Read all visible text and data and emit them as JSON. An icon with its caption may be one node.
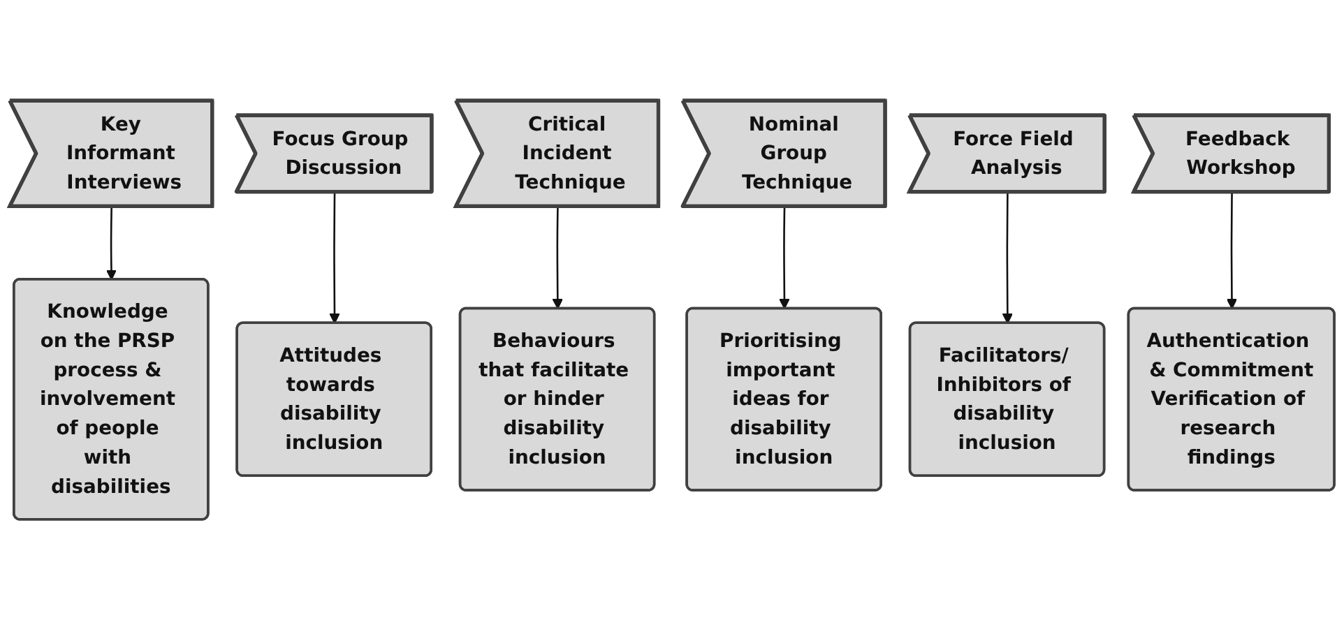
{
  "diagram": {
    "nodes": [
      {
        "text": [
          "Key Informant Interviews"
        ]
      },
      {
        "text": [
          "Focus Group Discussion"
        ]
      },
      {
        "text": [
          "Critical Incident Technique"
        ]
      },
      {
        "text": [
          "Nominal Group Technique"
        ]
      },
      {
        "text": [
          "Force Field Analysis"
        ]
      },
      {
        "text": [
          "Feedback Workshop"
        ]
      },
      {
        "text": [
          "Knowledge on the PRSP process & involvement of people with disabilities"
        ]
      },
      {
        "text": [
          "Attitudes towards disability inclusion"
        ]
      },
      {
        "text": [
          "Behaviours that facilitate or hinder disability inclusion"
        ]
      },
      {
        "text": [
          "Prioritising important ideas for disability inclusion"
        ]
      },
      {
        "text": [
          "Facilitators/ Inhibitors of disability inclusion"
        ]
      },
      {
        "text": [
          "Authentication & Commitment",
          "Verification of research findings"
        ]
      }
    ],
    "edges": [
      {
        "from": 0,
        "to": 6,
        "arrow": "to"
      },
      {
        "from": 1,
        "to": 7,
        "arrow": "to"
      },
      {
        "from": 2,
        "to": 8,
        "arrow": "to"
      },
      {
        "from": 3,
        "to": 9,
        "arrow": "to"
      },
      {
        "from": 4,
        "to": 10,
        "arrow": "to"
      },
      {
        "from": 5,
        "to": 11,
        "arrow": "to"
      }
    ]
  }
}
